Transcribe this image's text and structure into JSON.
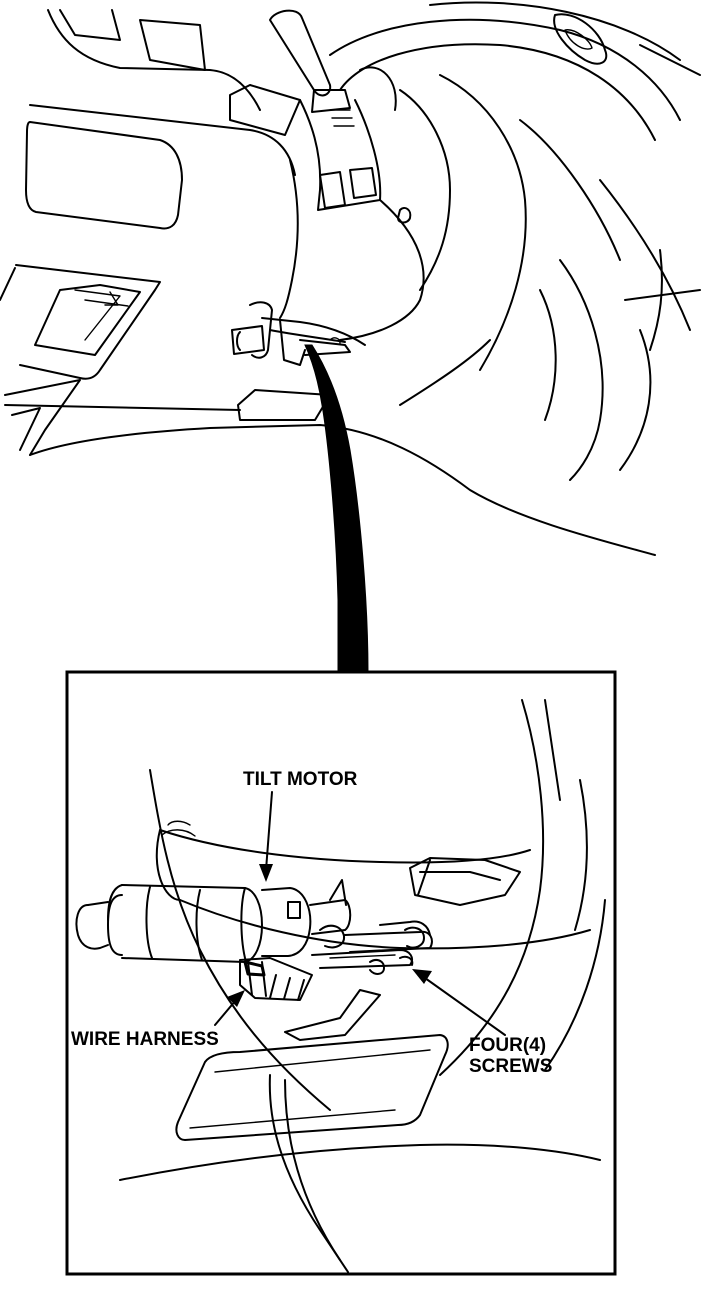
{
  "labels": {
    "tilt_motor": "TILT MOTOR",
    "wire_harness": "WIRE HARNESS",
    "four_screws_line1": "FOUR(4)",
    "four_screws_line2": "SCREWS"
  },
  "colors": {
    "ink": "#000000",
    "paper": "#ffffff"
  }
}
